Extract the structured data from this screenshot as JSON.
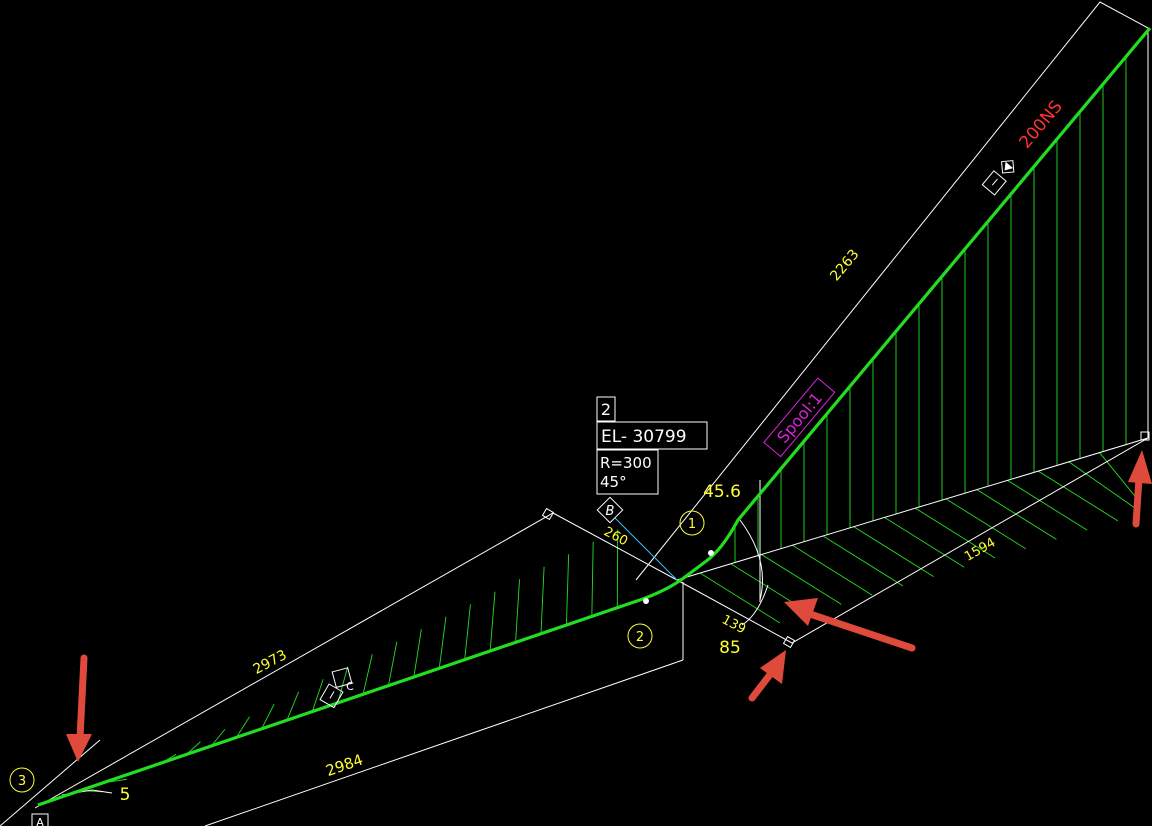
{
  "drawing": {
    "colors": {
      "background": "#000000",
      "pipe": "#22dd22",
      "hatch": "#22dd22",
      "dim_line": "#ffffff",
      "dim_text": "#ffff33",
      "size_label": "#ff3333",
      "spool_label": "#dd22dd",
      "arrow": "#e04a3c",
      "leader": "#33bbff"
    },
    "dimensions": {
      "top_length": "2263",
      "right_offset": "1594",
      "lower_length": "2973",
      "base_length": "2984",
      "small_offset": "260",
      "angle_top": "45.6",
      "angle_lower": "85",
      "angle_small": "139",
      "end_offset": "5"
    },
    "labels": {
      "size": "200NS",
      "spool": "Spool:1",
      "elevation_box": {
        "number": "2",
        "elevation": "EL- 30799",
        "radius": "R=300",
        "angle": "45°"
      },
      "tag_b": "B",
      "tag_c": "C",
      "tag_a": "A",
      "tag_1": "1"
    },
    "nodes": [
      "1",
      "2",
      "3"
    ]
  }
}
